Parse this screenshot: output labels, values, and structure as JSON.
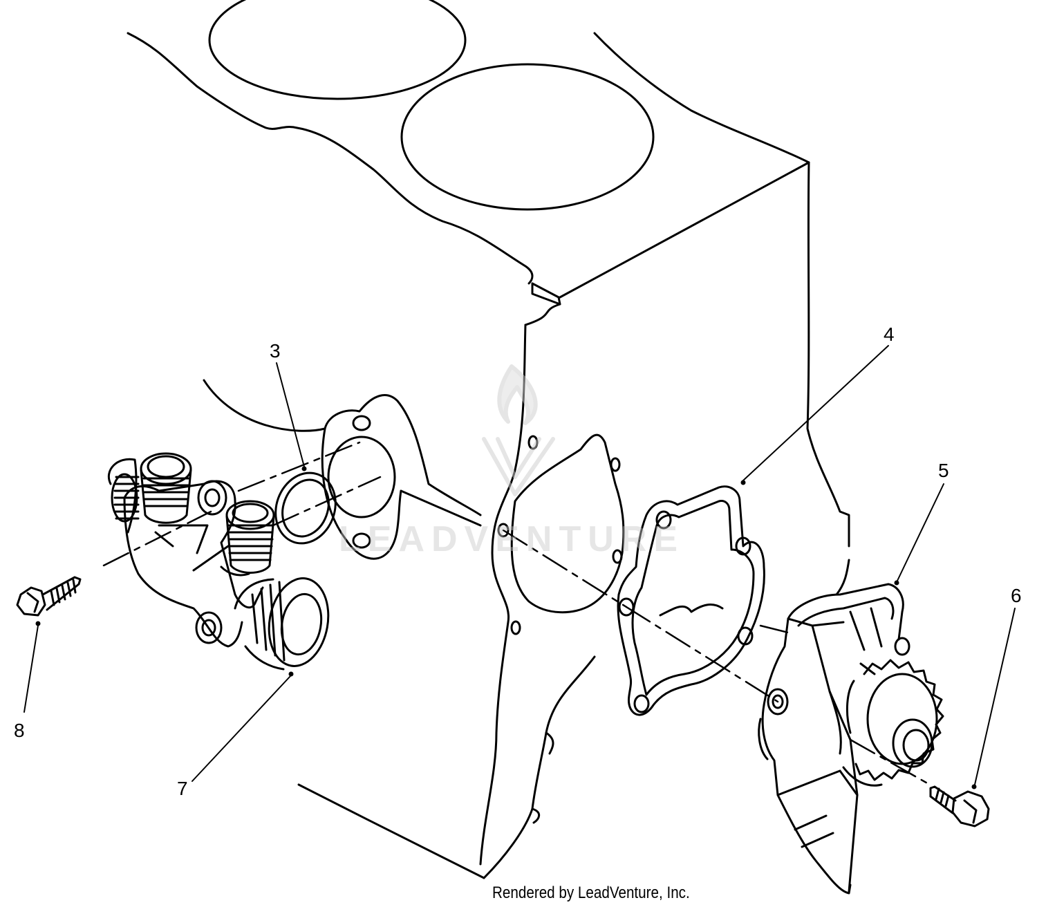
{
  "callouts": {
    "c3": "3",
    "c4": "4",
    "c5": "5",
    "c6": "6",
    "c7": "7",
    "c8": "8"
  },
  "footer": "Rendered by LeadVenture, Inc.",
  "watermark": {
    "text": "LEADVENTURE",
    "color": "#c8c8c8"
  },
  "line_color": "#000000"
}
